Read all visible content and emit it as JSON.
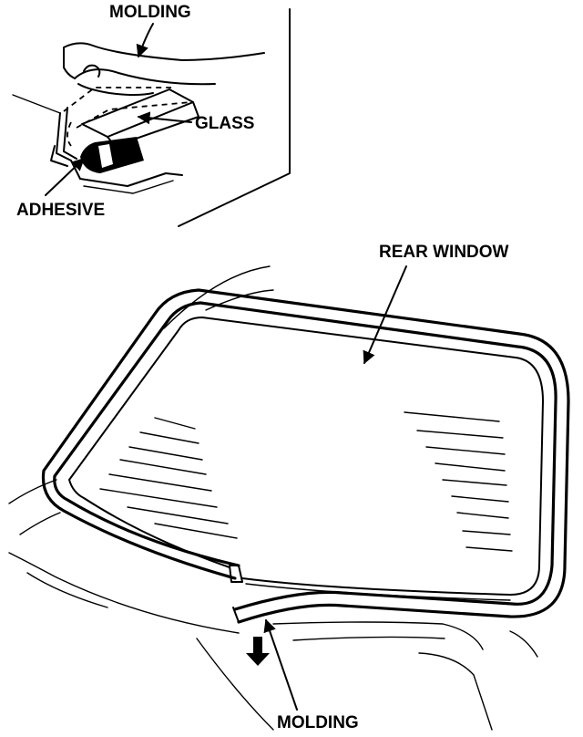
{
  "labels": {
    "molding_top": "MOLDING",
    "glass": "GLASS",
    "adhesive": "ADHESIVE",
    "rear_window": "REAR WINDOW",
    "molding_bottom": "MOLDING"
  },
  "icons": {
    "pull_direction": "arrow-down-icon"
  },
  "colors": {
    "ink": "#000000",
    "paper": "#ffffff"
  }
}
